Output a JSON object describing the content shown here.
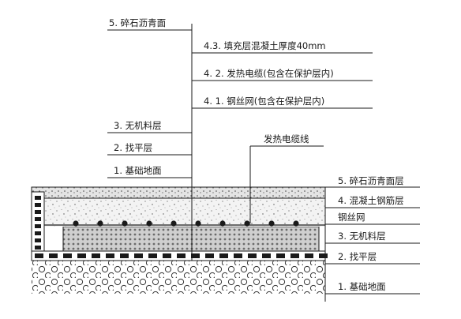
{
  "left_labels": {
    "top_surface": "5. 碎石沥青面",
    "inorganic": "3. 无机料层",
    "leveling": "2. 找平层",
    "base": "1. 基础地面"
  },
  "middle_labels": {
    "filler": "4.3. 填充层混凝土厚度40mm",
    "cable": "4. 2. 发热电缆(包含在保护层内)",
    "mesh": "4. 1. 钢丝网(包含在保护层内)"
  },
  "cable_line_label": "发热电缆线",
  "right_labels": {
    "surface": "5. 碎石沥青面层",
    "concrete": "4. 混凝土钢筋层",
    "mesh": "钢丝网",
    "inorganic": "3. 无机料层",
    "leveling": "2. 找平层",
    "base": "1. 基础地面"
  },
  "colors": {
    "line": "#1a1a1a",
    "concrete": "#f2f2f2",
    "mesh_layer": "#d9d9d9"
  }
}
